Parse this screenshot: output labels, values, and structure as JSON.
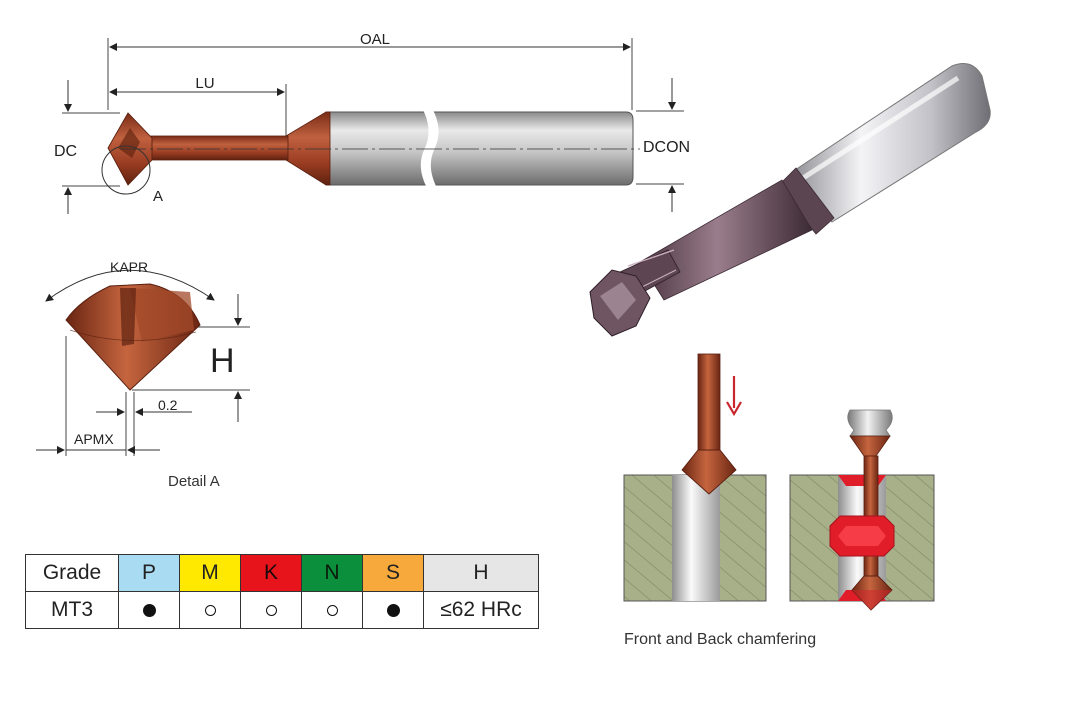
{
  "drawing": {
    "oal_label": "OAL",
    "lu_label": "LU",
    "dc_label": "DC",
    "dcon_label": "DCON",
    "detail_marker": "A"
  },
  "detail": {
    "kapr_label": "KAPR",
    "h_label": "H",
    "tip_label": "0.2",
    "apmx_label": "APMX",
    "caption": "Detail A"
  },
  "application": {
    "caption": "Front and Back chamfering"
  },
  "grade_table": {
    "header": [
      "Grade",
      "P",
      "M",
      "K",
      "N",
      "S",
      "H"
    ],
    "header_colors": [
      "#ffffff",
      "#a9dcf3",
      "#ffe900",
      "#e8141b",
      "#0b8f3c",
      "#f7a93b",
      "#e6e6e6"
    ],
    "header_text_colors": [
      "#222222",
      "#222222",
      "#222222",
      "#1a0a0a",
      "#0a1a0a",
      "#222222",
      "#222222"
    ],
    "row": {
      "grade": "MT3",
      "marks": [
        "filled-dot",
        "open-ring",
        "open-ring",
        "open-ring",
        "filled-dot"
      ],
      "hardness": "≤62 HRc"
    }
  },
  "colors": {
    "coating": "#a0432a",
    "coating_dark": "#6f2814",
    "shank": "#b9b9b9",
    "material": "#a8b089",
    "chamfer_red": "#e11d2a",
    "arrow_red": "#c8262c"
  }
}
